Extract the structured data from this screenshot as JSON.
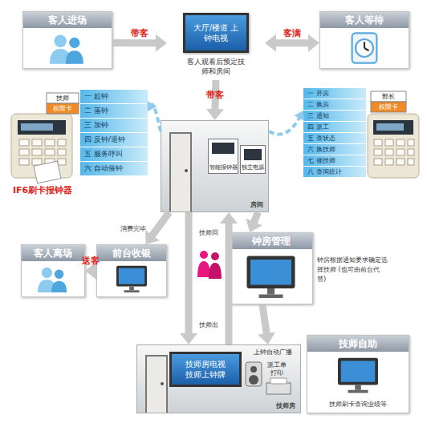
{
  "diagram": {
    "nodes": [
      {
        "text": [
          "客人进场"
        ]
      },
      {
        "text": [
          "大厅/楼道 上钟电视",
          "客人观看后预定技师和房间"
        ]
      },
      {
        "text": [
          "客人等待"
        ]
      },
      {
        "text": [
          "房间"
        ]
      },
      {
        "text": [
          "智能报钟器"
        ],
        "in": 3
      },
      {
        "text": [
          "独立电源"
        ],
        "in": 3
      },
      {
        "text": [
          "一 起钟",
          "二 落钟",
          "三 加钟",
          "四 反钟/退钟",
          "五 服务呼叫",
          "六 自动催钟"
        ]
      },
      {
        "text": [
          "一 开房",
          "二 换房",
          "三 通知",
          "四 派工",
          "五 查状态",
          "六 换技师",
          "七 催技师",
          "八 查询统计"
        ]
      },
      {
        "text": [
          "钟房管理",
          "钟房根据通知要求确定选择技师 (也可由前台代替)"
        ]
      },
      {
        "text": [
          "前台收银"
        ]
      },
      {
        "text": [
          "客人离场"
        ]
      },
      {
        "text": [
          "技师房"
        ]
      },
      {
        "text": [
          "技师房电视 技师上钟牌"
        ],
        "in": 11
      },
      {
        "text": [
          "上钟自动广播"
        ],
        "in": 11
      },
      {
        "text": [
          "派工单打印"
        ],
        "in": 11
      },
      {
        "text": [
          "技师自助",
          "技师刷卡查询业绩等"
        ]
      }
    ],
    "edges": [
      {
        "from": 0,
        "to": 1,
        "label": "带客",
        "arrow": "to"
      },
      {
        "from": 1,
        "to": 2,
        "label": "客满",
        "arrow": "both"
      },
      {
        "from": 1,
        "to": 3,
        "label": "带客",
        "arrow": "to"
      },
      {
        "from": 3,
        "to": 6,
        "arrow": "to"
      },
      {
        "from": 3,
        "to": 7,
        "arrow": "to"
      },
      {
        "from": 3,
        "to": 9,
        "label": "消费完毕",
        "arrow": "to"
      },
      {
        "from": 3,
        "to": 8,
        "arrow": "to"
      },
      {
        "from": 11,
        "to": 3,
        "label": "技师回",
        "arrow": "to"
      },
      {
        "from": 3,
        "to": 11,
        "label": "技师出",
        "arrow": "to"
      },
      {
        "from": 8,
        "to": 11,
        "arrow": "to"
      },
      {
        "from": 9,
        "to": 10,
        "label": "送客",
        "arrow": "to"
      }
    ],
    "labels": [
      "IF6刷卡报钟器",
      "技师",
      "权限卡",
      "部长",
      "权限卡"
    ]
  }
}
